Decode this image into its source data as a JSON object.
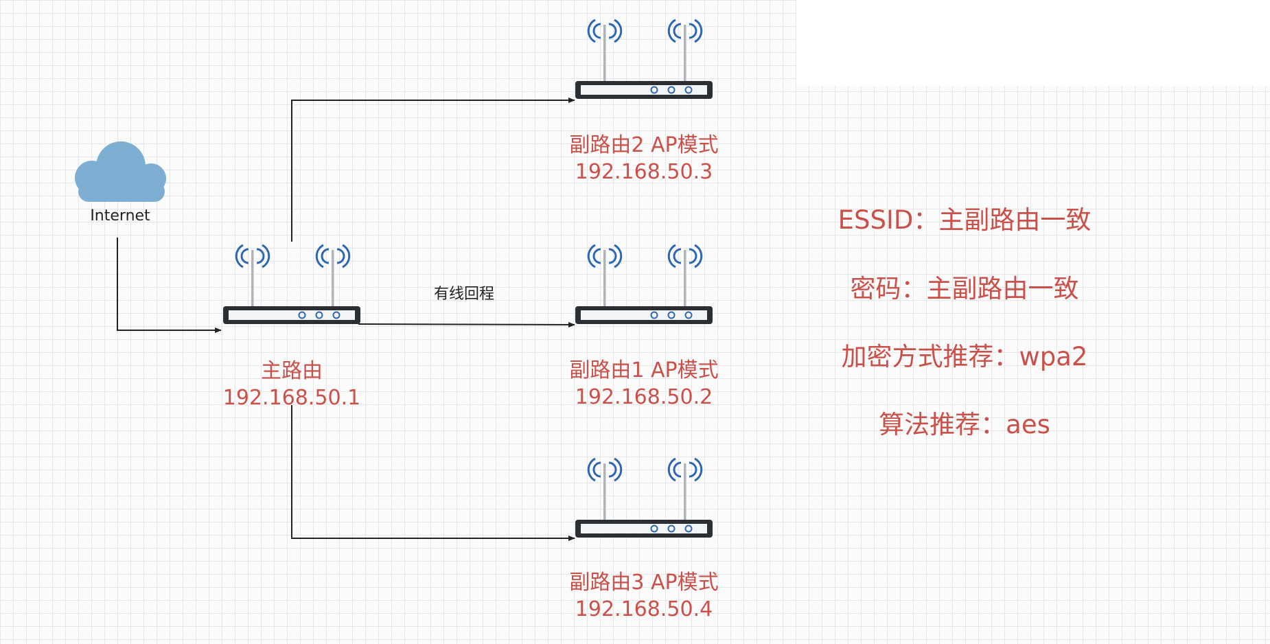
{
  "internet": {
    "label": "Internet"
  },
  "main_router": {
    "name": "主路由",
    "ip": "192.168.50.1"
  },
  "sub_routers": [
    {
      "name": "副路由2 AP模式",
      "ip": "192.168.50.3"
    },
    {
      "name": "副路由1 AP模式",
      "ip": "192.168.50.2"
    },
    {
      "name": "副路由3 AP模式",
      "ip": "192.168.50.4"
    }
  ],
  "connections": {
    "wired_backhaul_label": "有线回程"
  },
  "notes": [
    "ESSID：主副路由一致",
    "密码：主副路由一致",
    "加密方式推荐：wpa2",
    "算法推荐：aes"
  ],
  "colors": {
    "label_red": "#c9514a",
    "router_body": "#2b2f33",
    "wifi_blue": "#2d66b1",
    "cloud_blue": "#7eaed1",
    "line": "#222222"
  }
}
